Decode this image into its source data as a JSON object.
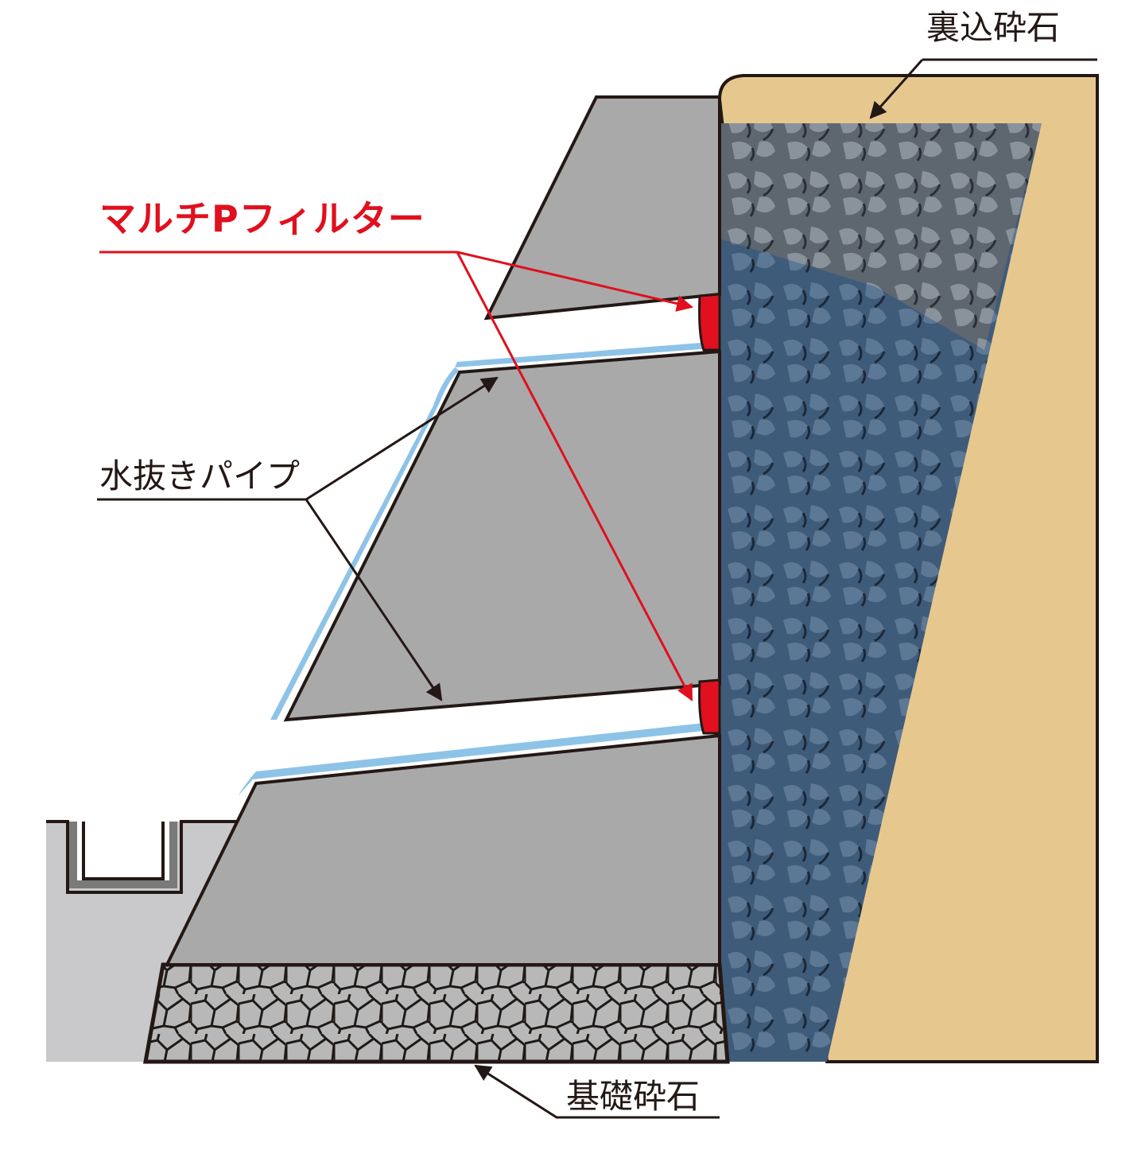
{
  "labels": {
    "backfill_stone": "裏込砕石",
    "multi_p_filter": "マルチPフィルター",
    "drain_pipe": "水抜きパイプ",
    "foundation_stone": "基礎砕石"
  },
  "colors": {
    "filter_red": "#e0101e",
    "concrete": "#a9a9a9",
    "backfill_blue": "#3e5a78",
    "soil_tan": "#e6c88e",
    "pipe_blue": "#8ec3e8",
    "outline": "#231815"
  }
}
